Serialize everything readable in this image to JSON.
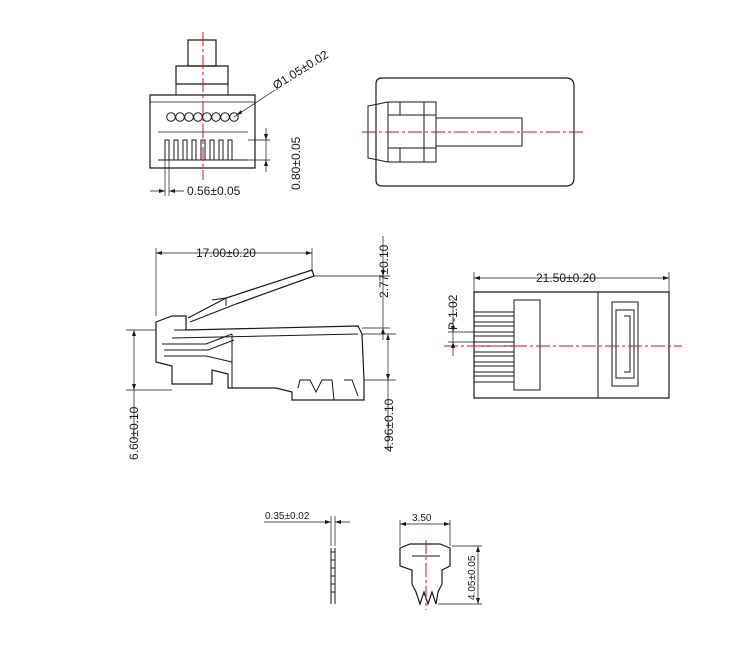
{
  "dimensions": {
    "hole_diameter": "Ø1.05±0.02",
    "contact_width": "0.56±0.05",
    "contact_height": "0.80±0.05",
    "overall_length": "17.00±0.20",
    "latch_height": "2.77±0.10",
    "body_height": "6.60±0.10",
    "body_lower_height": "4.96±0.10",
    "top_length": "21.50±0.20",
    "pitch": "P-1.02",
    "contact_thickness": "0.35±0.02",
    "contact_blade_width": "3.50",
    "contact_blade_height": "4.05±0.05"
  },
  "colors": {
    "line": "#1a1a1a",
    "centerline": "#e01010"
  }
}
